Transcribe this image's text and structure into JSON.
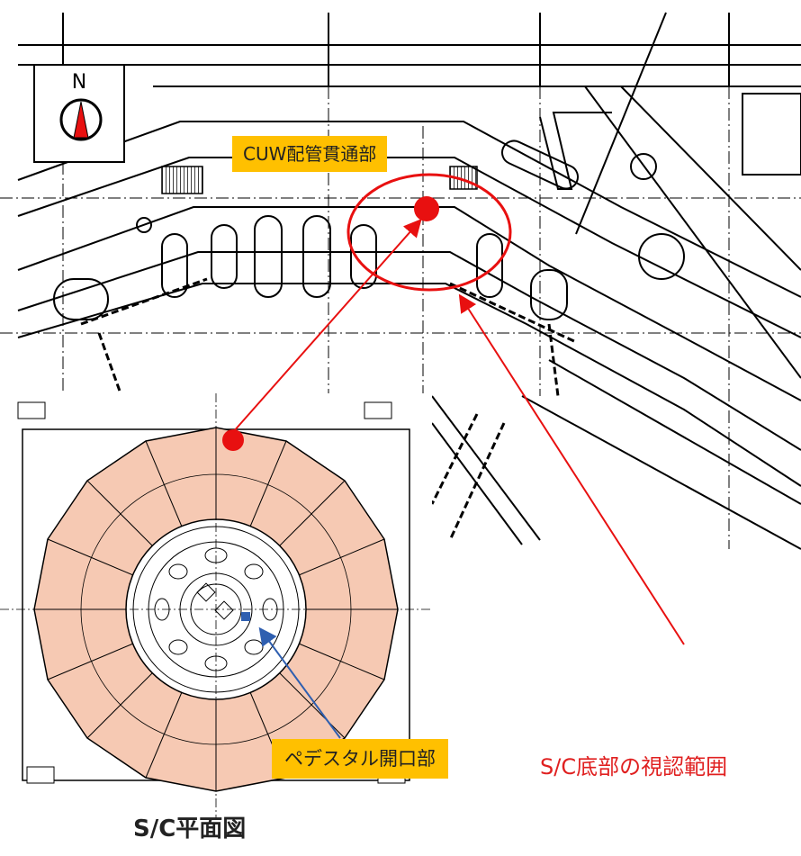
{
  "compass": {
    "north_label": "N",
    "icon": "compass-north-icon"
  },
  "labels": {
    "cuw": "CUW配管貫通部",
    "pedestal": "ペデスタル開口部",
    "sc_bottom": "S/C底部の視認範囲",
    "plan_title": "S/C平面図"
  },
  "colors": {
    "marker_red": "#e81010",
    "marker_blue": "#2f5fb0",
    "highlight_orange": "#ffc000",
    "ring_fill": "#f6c9b3"
  }
}
